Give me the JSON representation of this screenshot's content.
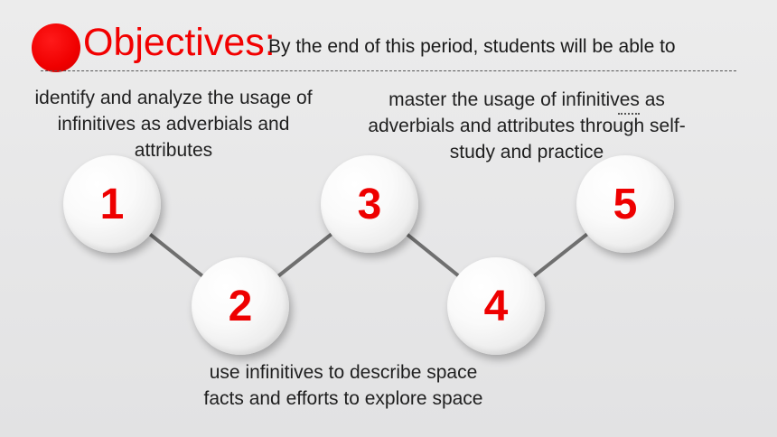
{
  "header": {
    "title": "Objectives:",
    "subtitle": "By the end of this period, students will be able to"
  },
  "objectives": [
    {
      "number": "1",
      "lines": [
        "identify and analyze the usage of",
        "infinitives as adverbials and",
        "attributes"
      ]
    },
    {
      "number": "2",
      "lines": [
        "use infinitives to describe space",
        "facts and efforts to explore space"
      ]
    },
    {
      "number": "3",
      "lines": [
        "master the usage of infinitives as",
        "adverbials and attributes through self-",
        "study and practice"
      ]
    },
    {
      "number": "4",
      "lines": []
    },
    {
      "number": "5",
      "lines": []
    }
  ],
  "colors": {
    "accent": "#f20000",
    "connector": "#6f6f6f",
    "background": "#e9e9ea"
  }
}
